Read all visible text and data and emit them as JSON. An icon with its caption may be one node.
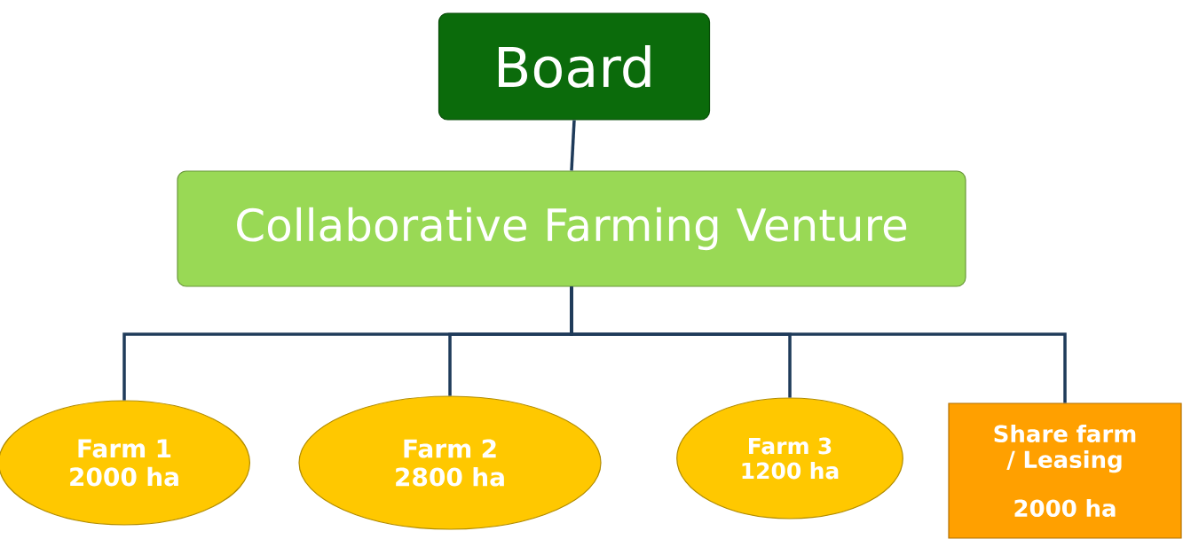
{
  "diagram": {
    "nodes": [
      {
        "text": [
          "Board"
        ]
      },
      {
        "text": [
          "Collaborative Farming Venture"
        ]
      },
      {
        "text": [
          "Farm 1 2000 ha"
        ]
      },
      {
        "text": [
          "Farm 2 2800 ha"
        ]
      },
      {
        "text": [
          "Farm 3 1200 ha"
        ]
      },
      {
        "text": [
          "Share farm / Leasing",
          "2000 ha"
        ]
      }
    ],
    "edges": [
      {
        "from": 0,
        "to": 1,
        "arrow": "none"
      },
      {
        "from": 1,
        "to": 2,
        "arrow": "none"
      },
      {
        "from": 1,
        "to": 3,
        "arrow": "none"
      },
      {
        "from": 1,
        "to": 4,
        "arrow": "none"
      },
      {
        "from": 1,
        "to": 5,
        "arrow": "none"
      }
    ]
  }
}
